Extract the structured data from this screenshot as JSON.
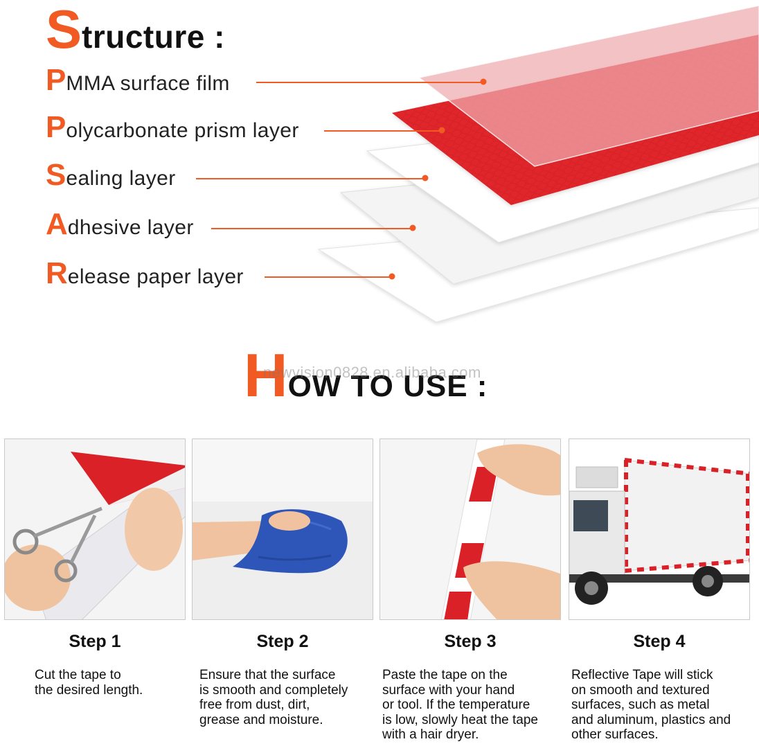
{
  "structure": {
    "heading_initial": "S",
    "heading_rest": "tructure :",
    "layers": [
      {
        "initial": "P",
        "rest": "MMA surface film"
      },
      {
        "initial": "P",
        "rest": "olycarbonate prism layer"
      },
      {
        "initial": "S",
        "rest": "ealing layer"
      },
      {
        "initial": "A",
        "rest": "dhesive layer"
      },
      {
        "initial": "R",
        "rest": "elease paper layer"
      }
    ]
  },
  "how_to_use": {
    "heading_initial": "H",
    "heading_rest": "OW TO USE :",
    "watermark": "newvision0828.en.alibaba.com"
  },
  "steps": [
    {
      "title": "Step 1",
      "desc": "Cut the tape to\nthe desired length."
    },
    {
      "title": "Step 2",
      "desc": "Ensure that the surface\nis smooth and completely\nfree from dust, dirt,\ngrease and moisture."
    },
    {
      "title": "Step 3",
      "desc": "Paste the tape on the\nsurface with your hand\nor tool. If the temperature\nis low, slowly heat the tape\nwith a hair dryer."
    },
    {
      "title": "Step 4",
      "desc": "Reflective Tape will stick\non smooth and textured\nsurfaces, such as metal\nand aluminum, plastics and\nother surfaces."
    }
  ],
  "colors": {
    "accent": "#f15a22",
    "tape_red": "#e0252c",
    "layer_white": "#ffffff"
  }
}
